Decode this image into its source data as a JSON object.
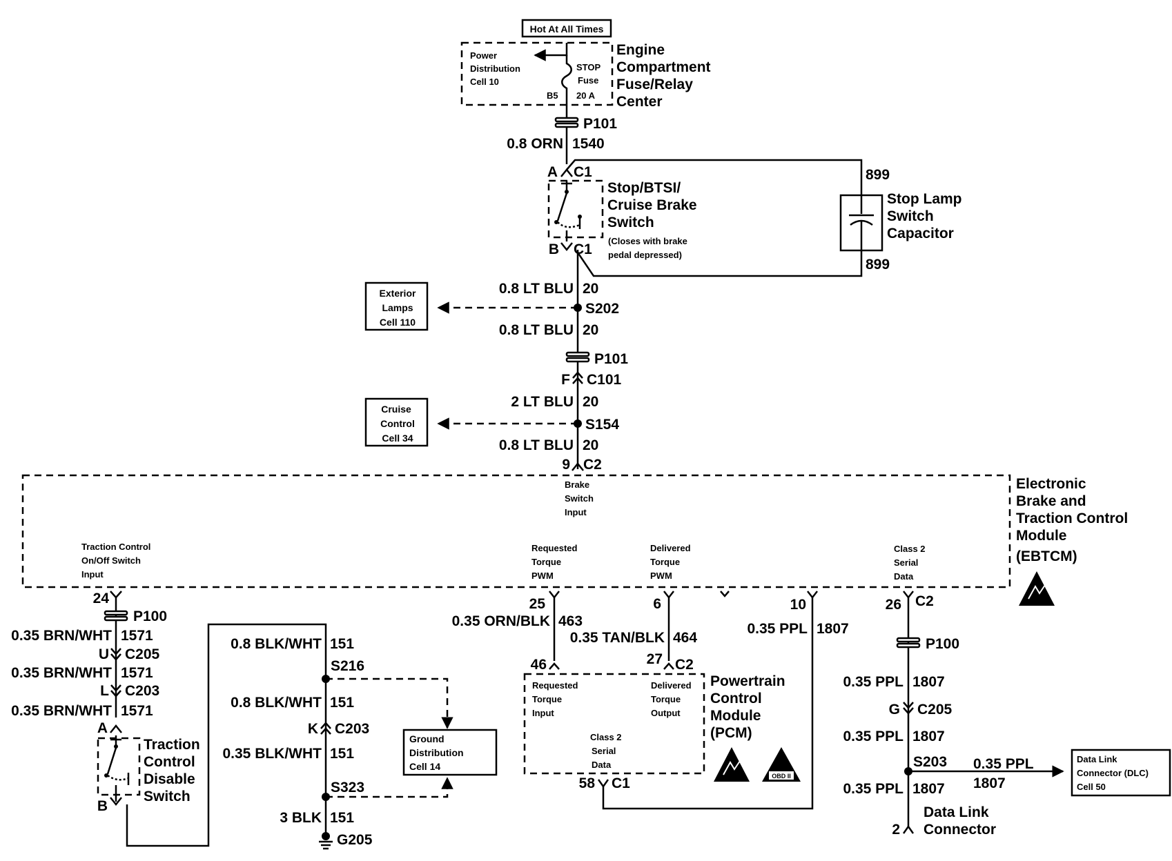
{
  "header": {
    "hot_at_all_times": "Hot At All Times"
  },
  "fuse_center": {
    "label_lines": [
      "Engine",
      "Compartment",
      "Fuse/Relay",
      "Center"
    ],
    "power_dist_lines": [
      "Power",
      "Distribution",
      "Cell 10"
    ],
    "fuse_lines": [
      "STOP",
      "Fuse",
      "20 A"
    ],
    "terminal": "B5"
  },
  "connectors": {
    "p101_top": "P101",
    "p101_mid": "P101",
    "p100_left": "P100",
    "p100_right": "P100",
    "c1_a_pin": "A",
    "c1_a": "C1",
    "c1_b_pin": "B",
    "c1_b": "C1",
    "c101_pin": "F",
    "c101": "C101",
    "c2_pin": "9",
    "c2": "C2",
    "c205_left_pin": "U",
    "c205_left": "C205",
    "c203_left_pin": "L",
    "c203_left": "C203",
    "tcs_a_pin": "A",
    "tcs_b_pin": "B",
    "pin24": "24",
    "pin25": "25",
    "pin6": "6",
    "pin10": "10",
    "pin26": "26",
    "c2_right": "C2",
    "pin46": "46",
    "pin27": "27",
    "c2_pcm": "C2",
    "pin58": "58",
    "c1_pcm": "C1",
    "c203_mid_pin": "K",
    "c203_mid": "C203",
    "c205_right_pin": "G",
    "c205_right": "C205",
    "dlc_pin": "2"
  },
  "wires": {
    "w1540_gauge": "0.8 ORN",
    "w1540_circuit": "1540",
    "w899_top": "899",
    "w899_bottom": "899",
    "w20_a_gauge": "0.8 LT BLU",
    "w20_a_circuit": "20",
    "w20_b_gauge": "0.8 LT BLU",
    "w20_b_circuit": "20",
    "w20_c_gauge": "2 LT BLU",
    "w20_c_circuit": "20",
    "w20_d_gauge": "0.8 LT BLU",
    "w20_d_circuit": "20",
    "w1571_a_gauge": "0.35 BRN/WHT",
    "w1571_a_circuit": "1571",
    "w1571_b_gauge": "0.35 BRN/WHT",
    "w1571_b_circuit": "1571",
    "w1571_c_gauge": "0.35 BRN/WHT",
    "w1571_c_circuit": "1571",
    "w151_a_gauge": "0.8 BLK/WHT",
    "w151_a_circuit": "151",
    "w151_b_gauge": "0.8 BLK/WHT",
    "w151_b_circuit": "151",
    "w151_c_gauge": "0.35 BLK/WHT",
    "w151_c_circuit": "151",
    "w151_d_gauge": "3 BLK",
    "w151_d_circuit": "151",
    "w463_gauge": "0.35 ORN/BLK",
    "w463_circuit": "463",
    "w464_gauge": "0.35 TAN/BLK",
    "w464_circuit": "464",
    "w1807_top_gauge": "0.35 PPL",
    "w1807_top_circuit": "1807",
    "w1807_a_gauge": "0.35 PPL",
    "w1807_a_circuit": "1807",
    "w1807_b_gauge": "0.35 PPL",
    "w1807_b_circuit": "1807",
    "w1807_c_gauge": "0.35 PPL",
    "w1807_c_circuit": "1807",
    "w1807_dlc_gauge": "0.35 PPL",
    "w1807_dlc_circuit": "1807"
  },
  "splices": {
    "s202": "S202",
    "s154": "S154",
    "s216": "S216",
    "s323": "S323",
    "s203": "S203",
    "g205": "G205"
  },
  "components": {
    "brake_switch_lines": [
      "Stop/BTSI/",
      "Cruise Brake",
      "Switch"
    ],
    "brake_switch_note_lines": [
      "(Closes with brake",
      "pedal  depressed)"
    ],
    "capacitor_lines": [
      "Stop Lamp",
      "Switch",
      "Capacitor"
    ],
    "ebtcm_lines": [
      "Electronic",
      "Brake and",
      "Traction Control",
      "Module",
      "(EBTCM)"
    ],
    "pcm_lines": [
      "Powertrain",
      "Control",
      "Module",
      "(PCM)"
    ],
    "tcs_lines": [
      "Traction",
      "Control",
      "Disable",
      "Switch"
    ],
    "dlc_lines": [
      "Data Link",
      "Connector"
    ],
    "obd_badge": "OBD II"
  },
  "references": {
    "exterior_lamps_lines": [
      "Exterior",
      "Lamps",
      "Cell 110"
    ],
    "cruise_control_lines": [
      "Cruise",
      "Control",
      "Cell 34"
    ],
    "ground_dist_lines": [
      "Ground",
      "Distribution",
      "Cell 14"
    ],
    "dlc_ref_lines": [
      "Data Link",
      "Connector (DLC)",
      "Cell 50"
    ]
  },
  "ebtcm_pins": {
    "brake_switch_input_lines": [
      "Brake",
      "Switch",
      "Input"
    ],
    "tc_switch_input_lines": [
      "Traction Control",
      "On/Off Switch",
      "Input"
    ],
    "req_torque_lines": [
      "Requested",
      "Torque",
      "PWM"
    ],
    "del_torque_lines": [
      "Delivered",
      "Torque",
      "PWM"
    ],
    "class2_lines": [
      "Class 2",
      "Serial",
      "Data"
    ]
  },
  "pcm_pins": {
    "req_torque_input_lines": [
      "Requested",
      "Torque",
      "Input"
    ],
    "del_torque_output_lines": [
      "Delivered",
      "Torque",
      "Output"
    ],
    "class2_lines": [
      "Class 2",
      "Serial",
      "Data"
    ]
  }
}
